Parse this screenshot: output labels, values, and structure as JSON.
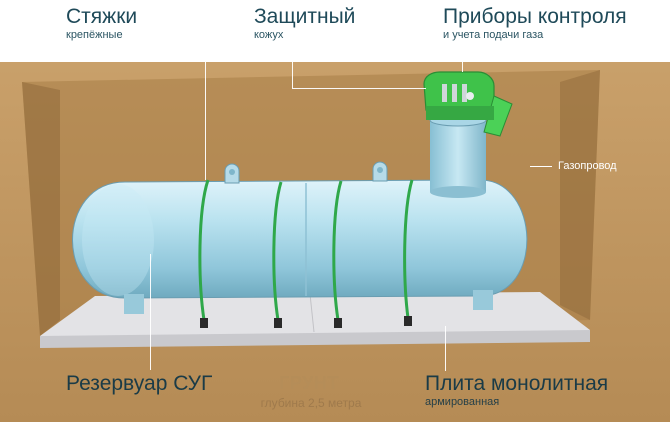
{
  "labels": {
    "stiazhki": {
      "title": "Стяжки",
      "sub": "крепёжные"
    },
    "kozhukh": {
      "title": "Защитный",
      "sub": "кожух"
    },
    "pribory": {
      "title": "Приборы контроля",
      "sub": "и учета подачи газа"
    },
    "gazoprovod": "Газопровод",
    "rezervuar": "Резервуар СУГ",
    "grunt": {
      "title": "ГРУНТ",
      "sub": "глубина 2,5 метра"
    },
    "plita": {
      "title": "Плита монолитная",
      "sub": "армированная"
    }
  },
  "colors": {
    "soil": "#c49a62",
    "tank": "#a9d6e6",
    "strap": "#2fa84a",
    "cover": "#43c64a",
    "slab": "#e8e8ea",
    "text": "#1f4a59"
  }
}
